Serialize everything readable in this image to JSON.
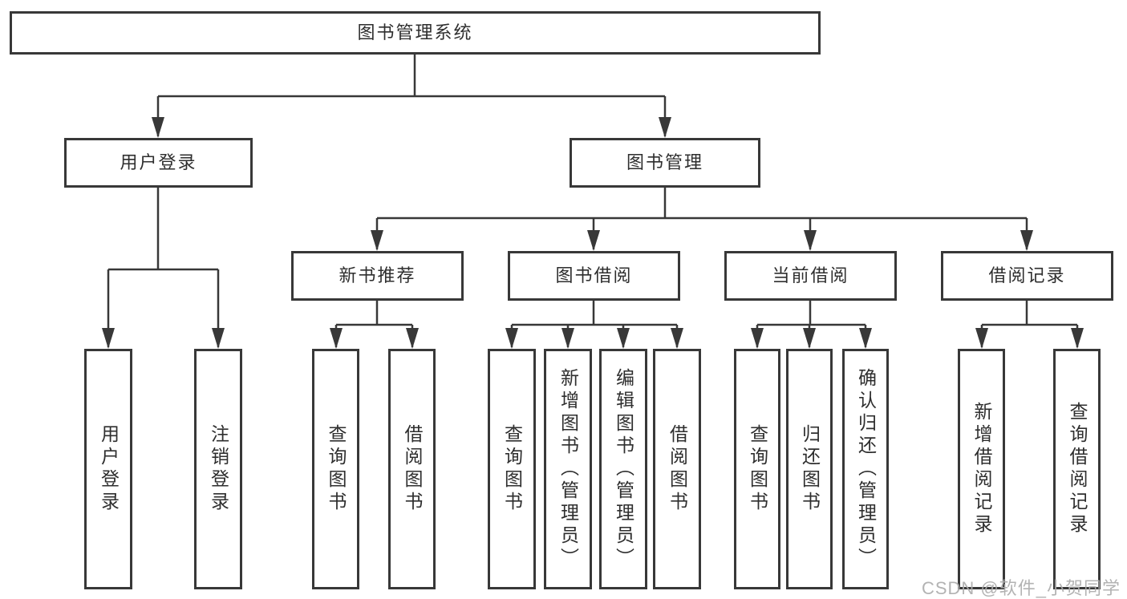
{
  "nodes": {
    "root": "图书管理系统",
    "user_login": "用户登录",
    "book_mgmt": "图书管理",
    "new_book": "新书推荐",
    "book_borrow": "图书借阅",
    "current_borrow": "当前借阅",
    "borrow_record": "借阅记录",
    "leaf_user_login": "用户登录",
    "leaf_logout": "注销登录",
    "leaf_nb_query": "查询图书",
    "leaf_nb_borrow": "借阅图书",
    "leaf_bb_query": "查询图书",
    "leaf_bb_add": "新增图书（管理员）",
    "leaf_bb_edit": "编辑图书（管理员）",
    "leaf_bb_borrow": "借阅图书",
    "leaf_cb_query": "查询图书",
    "leaf_cb_return": "归还图书",
    "leaf_cb_confirm": "确认归还（管理员）",
    "leaf_br_add": "新增借阅记录",
    "leaf_br_query": "查询借阅记录"
  },
  "watermark": "CSDN @软件_小贺同学",
  "colors": {
    "line": "#383838",
    "border": "#383838",
    "text": "#2e2e2e",
    "watermark": "#acacac",
    "background": "#ffffff"
  }
}
